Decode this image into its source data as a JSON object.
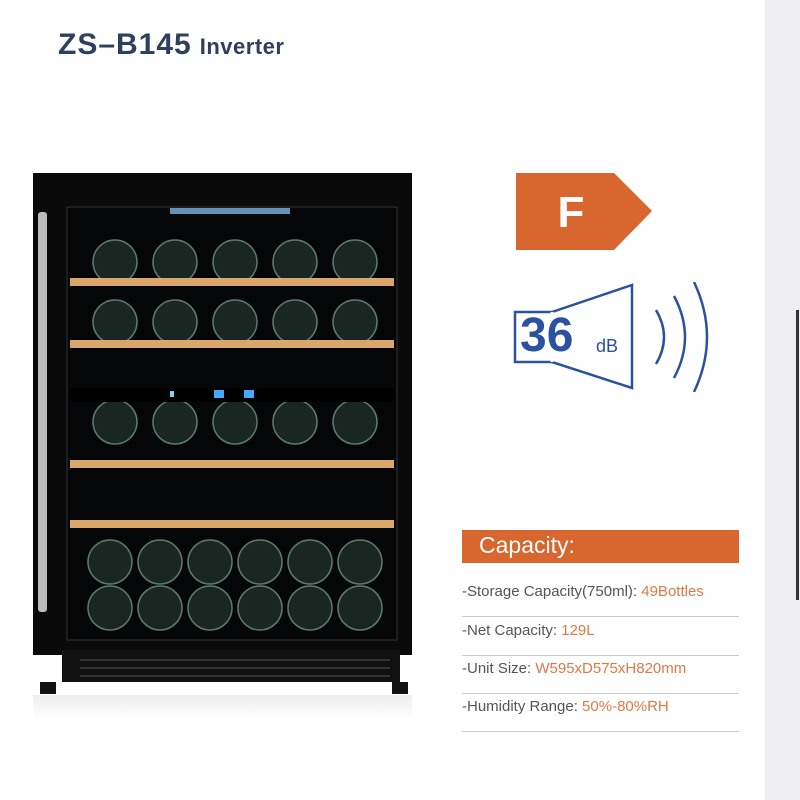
{
  "title": {
    "model": "ZS–B145",
    "variant": "Inverter"
  },
  "energy_class": {
    "label": "F",
    "color": "#d7662f"
  },
  "noise": {
    "value": "36",
    "unit": "dB",
    "color": "#2b52a0"
  },
  "capacity": {
    "heading": "Capacity:",
    "specs": [
      {
        "label": "-Storage Capacity(750ml): ",
        "value": "49Bottles"
      },
      {
        "label": "-Net Capacity: ",
        "value": "129L"
      },
      {
        "label": "-Unit Size: ",
        "value": "W595xD575xH820mm"
      },
      {
        "label": "-Humidity Range: ",
        "value": "50%-80%RH"
      }
    ]
  }
}
